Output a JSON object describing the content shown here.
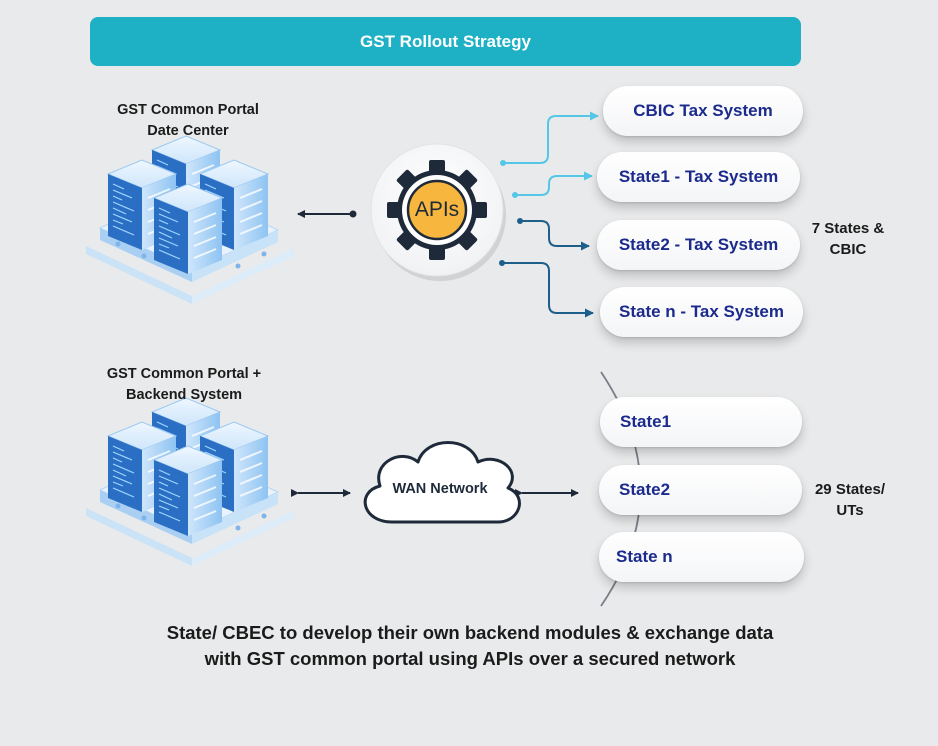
{
  "title": "GST Rollout Strategy",
  "top_section": {
    "server_label_line1": "GST Common Portal",
    "server_label_line2": "Date Center",
    "hub_label": "APIs",
    "systems": [
      "CBIC Tax System",
      "State1 - Tax System",
      "State2 - Tax System",
      "State n - Tax System"
    ],
    "side_note_line1": "7 States &",
    "side_note_line2": "CBIC"
  },
  "bottom_section": {
    "server_label_line1": "GST Common Portal +",
    "server_label_line2": "Backend System",
    "hub_label": "WAN Network",
    "states": [
      "State1",
      "State2",
      "State n"
    ],
    "side_note_line1": "29 States/",
    "side_note_line2": "UTs"
  },
  "footer_line1": "State/ CBEC to develop their own backend modules & exchange data",
  "footer_line2": "with GST common portal using APIs over a secured network",
  "colors": {
    "banner": "#1eb0c4",
    "pill_text": "#1b2a8c",
    "connector_light": "#56c6e6",
    "connector_dark": "#1d5f8a",
    "gear_inner": "#f7b63d"
  }
}
